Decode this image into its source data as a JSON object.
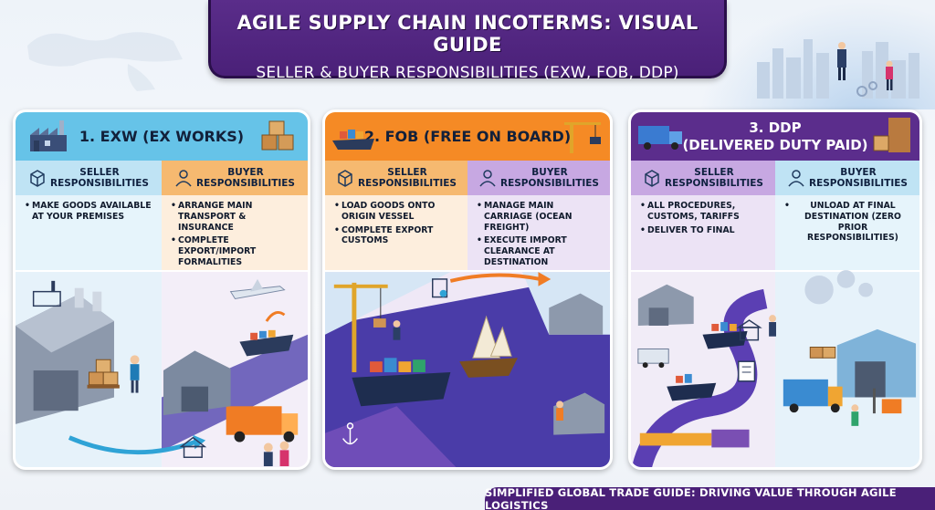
{
  "header": {
    "title": "AGILE SUPPLY CHAIN INCOTERMS: VISUAL GUIDE",
    "subtitle": "SELLER & BUYER RESPONSIBILITIES (EXW, FOB, DDP)"
  },
  "panels": [
    {
      "title": "1. EXW (EX WORKS)",
      "seller": {
        "label_line1": "SELLER",
        "label_line2": "RESPONSIBILITIES",
        "items": [
          "MAKE GOODS AVAILABLE AT YOUR PREMISES"
        ]
      },
      "buyer": {
        "label_line1": "BUYER",
        "label_line2": "RESPONSIBILITIES",
        "items": [
          "ARRANGE MAIN TRANSPORT & INSURANCE",
          "COMPLETE EXPORT/IMPORT FORMALITIES"
        ]
      }
    },
    {
      "title": "2. FOB (FREE ON BOARD)",
      "seller": {
        "label_line1": "SELLER",
        "label_line2": "RESPONSIBILITIES",
        "items": [
          "LOAD GOODS ONTO ORIGIN VESSEL",
          "COMPLETE EXPORT CUSTOMS"
        ]
      },
      "buyer": {
        "label_line1": "BUYER",
        "label_line2": "RESPONSIBILITIES",
        "items": [
          "MANAGE MAIN CARRIAGE (OCEAN FREIGHT)",
          "EXECUTE IMPORT CLEARANCE AT DESTINATION"
        ]
      }
    },
    {
      "title_line1": "3. DDP",
      "title_line2": "(DELIVERED DUTY PAID)",
      "seller": {
        "label_line1": "SELLER",
        "label_line2": "RESPONSIBILITIES",
        "items": [
          "ALL PROCEDURES, CUSTOMS, TARIFFS",
          "DELIVER TO FINAL"
        ]
      },
      "buyer": {
        "label_line1": "BUYER",
        "label_line2": "RESPONSIBILITIES",
        "items": [
          "UNLOAD AT FINAL DESTINATION (ZERO PRIOR RESPONSIBILITIES)"
        ]
      }
    }
  ],
  "footer": {
    "text": "SIMPLIFIED GLOBAL TRADE GUIDE: DRIVING VALUE THROUGH AGILE LOGISTICS"
  },
  "colors": {
    "exw_accent": "#66c3e8",
    "fob_accent": "#f58a25",
    "ddp_accent": "#5b2d8c",
    "banner": "#4a2078"
  }
}
